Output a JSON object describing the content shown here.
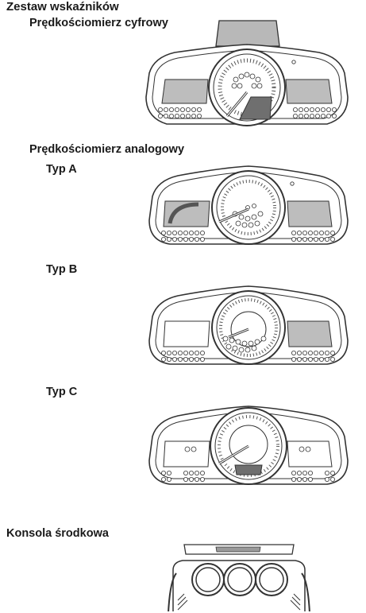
{
  "page": {
    "title": "Zestaw wskaźników",
    "section_digital": "Prędkościomierz cyfrowy",
    "section_analog": "Prędkościomierz analogowy",
    "type_a": "Typ A",
    "type_b": "Typ B",
    "type_c": "Typ C",
    "center_console": "Konsola środkowa"
  },
  "colors": {
    "outline": "#333333",
    "face": "#ffffff",
    "panel_gray": "#bdbdbd",
    "panel_dark": "#6f6f6f",
    "hood_gray": "#b8b8b8"
  },
  "figures": [
    {
      "id": "digital",
      "icon": "cluster-digital-icon"
    },
    {
      "id": "type-a",
      "icon": "cluster-type-a-icon"
    },
    {
      "id": "type-b",
      "icon": "cluster-type-b-icon"
    },
    {
      "id": "type-c",
      "icon": "cluster-type-c-icon"
    },
    {
      "id": "console",
      "icon": "center-console-icon"
    }
  ]
}
